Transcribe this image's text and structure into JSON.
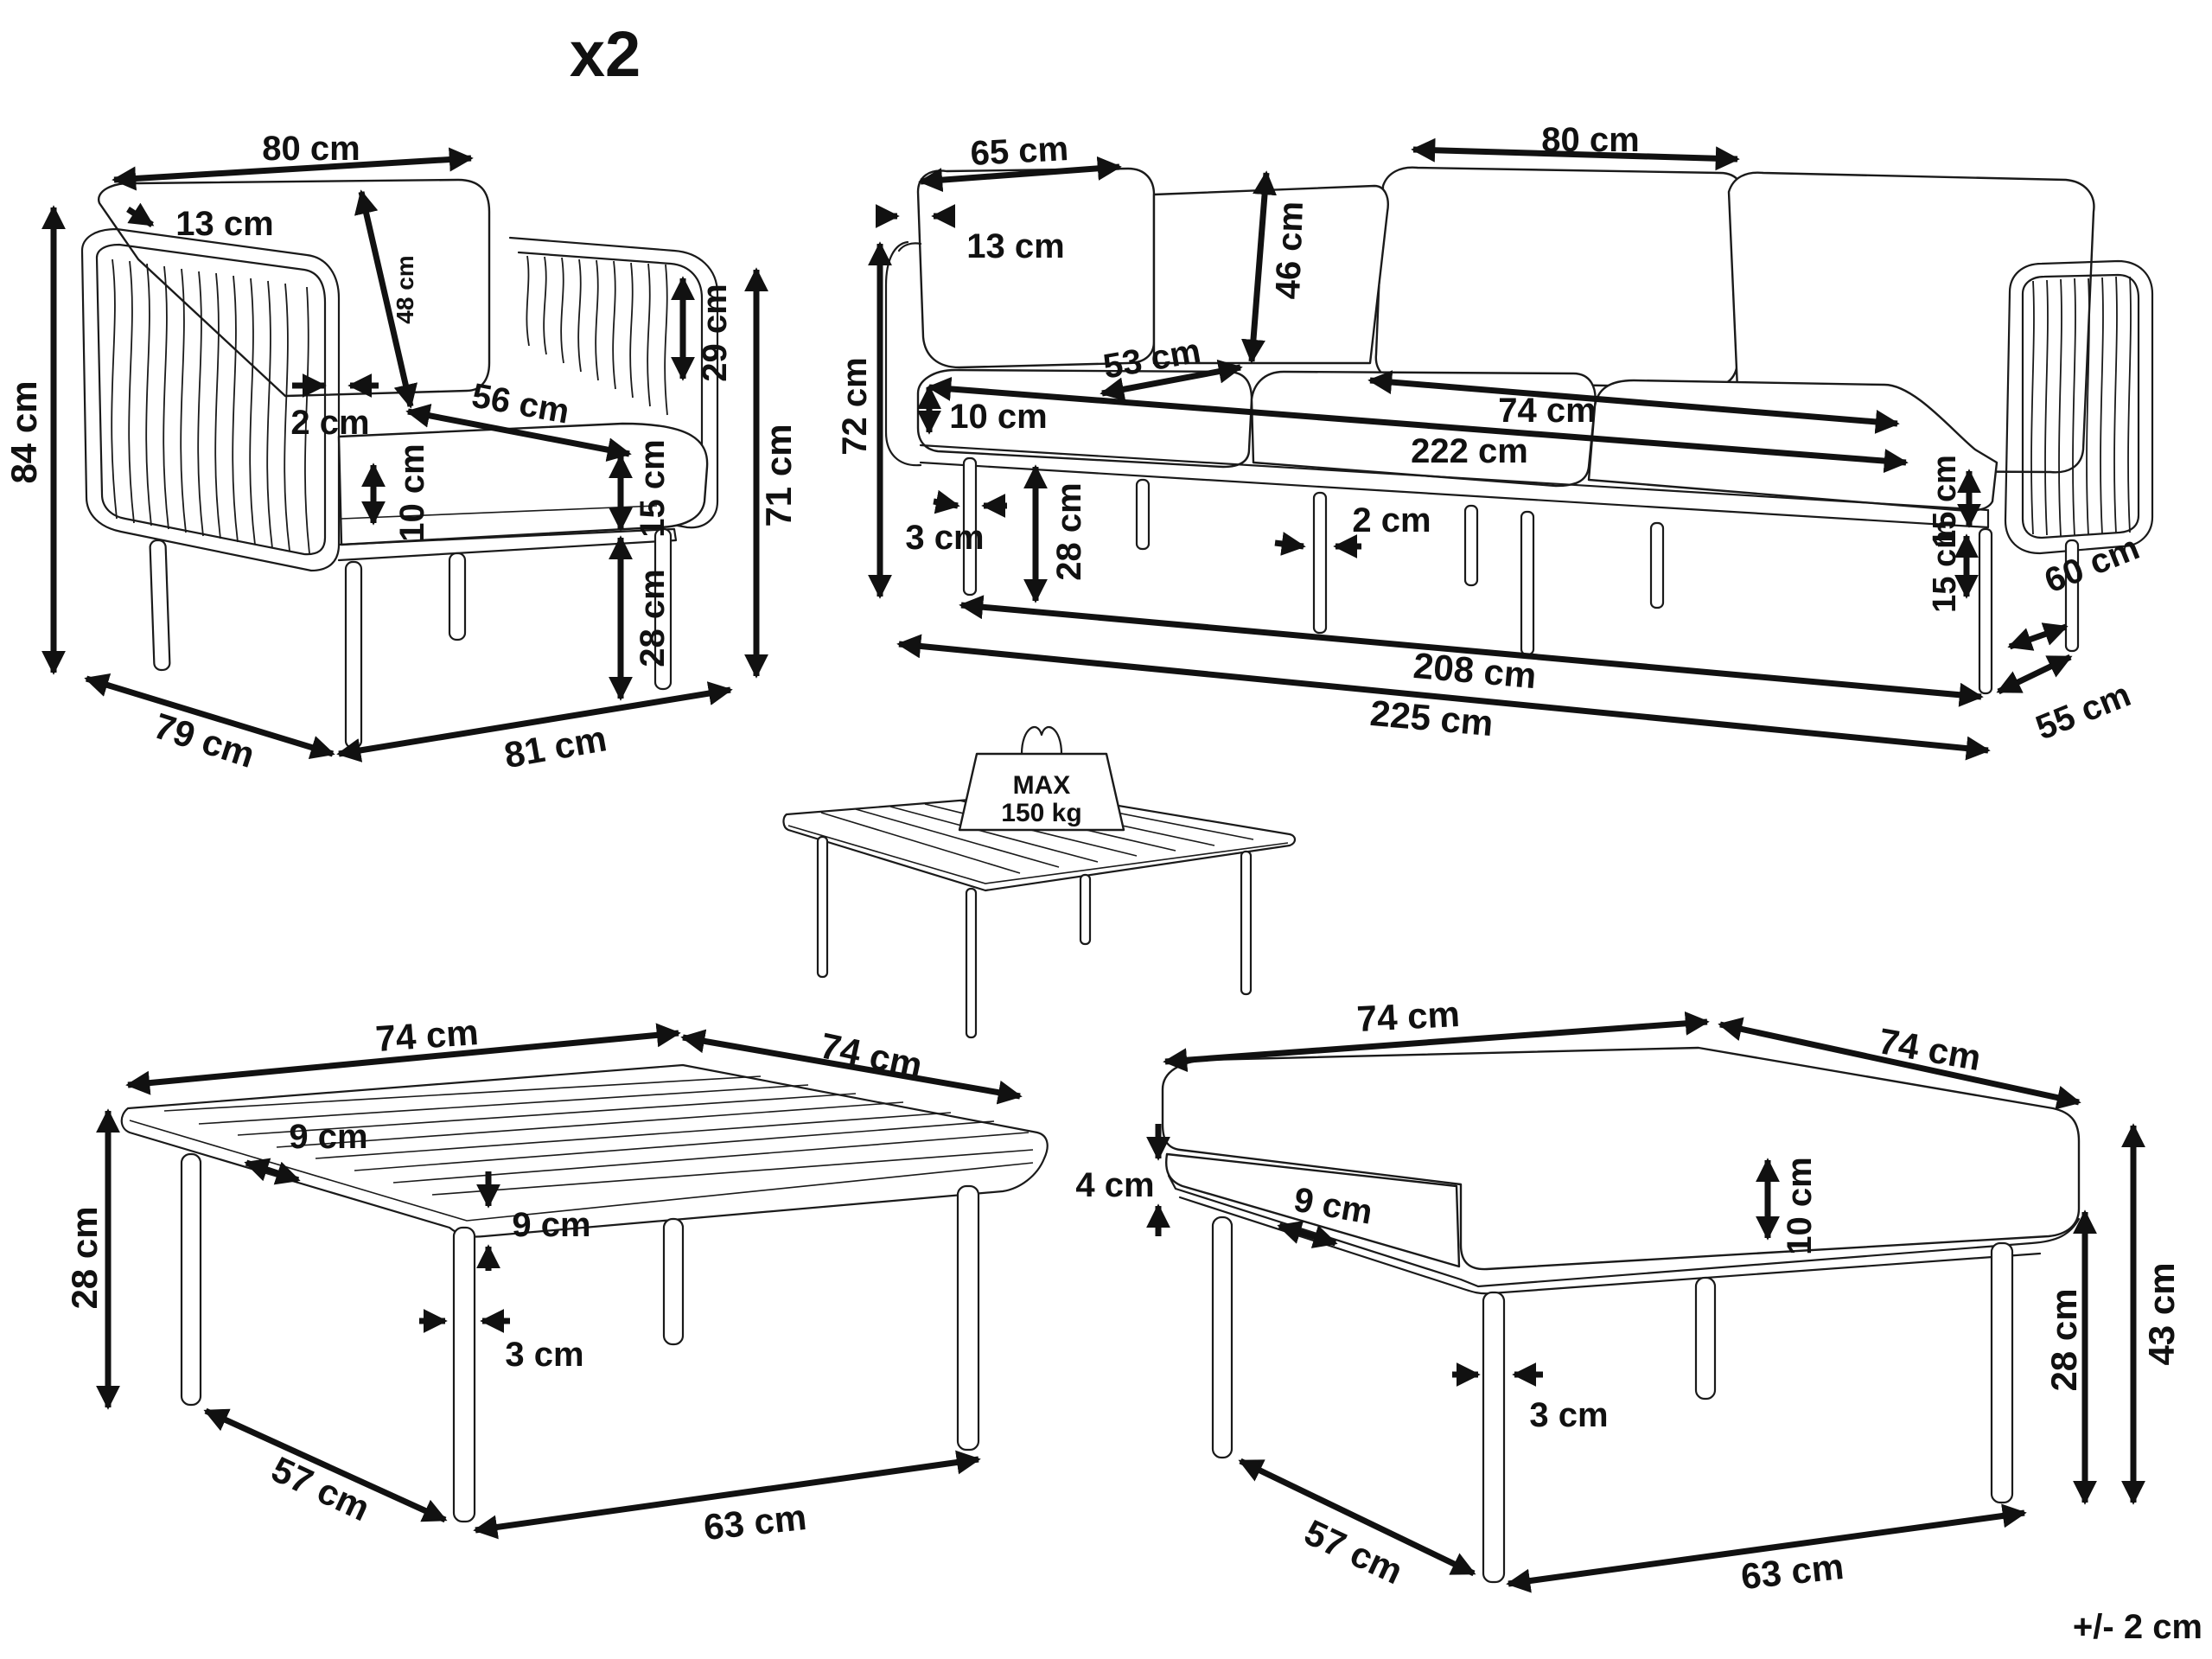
{
  "quantity_label": "x2",
  "tolerance": "+/- 2 cm",
  "weight_badge": {
    "line1": "MAX",
    "line2": "150 kg"
  },
  "armchair": {
    "width_top": "80 cm",
    "back_thickness": "13 cm",
    "back_cushion_height": "48 cm",
    "armrest_gap": "2 cm",
    "seat_depth": "56 cm",
    "seat_cushion": "10 cm",
    "seat_gap": "15 cm",
    "armrest_height": "29 cm",
    "seat_height": "28 cm",
    "overall_height": "84 cm",
    "arm_height_total": "71 cm",
    "depth": "79 cm",
    "width": "81 cm"
  },
  "sofa": {
    "back_cushion_width": "65 cm",
    "back_thickness": "13 cm",
    "back_cushion_height": "46 cm",
    "middle_back_width": "80 cm",
    "seat_depth": "53 cm",
    "back_height": "72 cm",
    "seat_cushion": "10 cm",
    "seat_cushion_width": "74 cm",
    "seat_total_width": "222 cm",
    "leg_diameter": "3 cm",
    "seat_height": "28 cm",
    "middle_leg": "2 cm",
    "arm_gap": "15 cm",
    "arm_gap_lower": "15 cm",
    "arm_depth": "60 cm",
    "leg_span": "208 cm",
    "overall_width": "225 cm",
    "depth": "55 cm"
  },
  "table": {
    "top_width": "74 cm",
    "top_depth": "74 cm",
    "slat_width": "9 cm",
    "slat_gap": "9 cm",
    "height": "28 cm",
    "leg": "3 cm",
    "leg_depth": "57 cm",
    "leg_width": "63 cm"
  },
  "ottoman": {
    "top_width": "74 cm",
    "top_depth": "74 cm",
    "frame_height": "4 cm",
    "frame_width": "9 cm",
    "cushion": "10 cm",
    "leg": "3 cm",
    "frame_leg_height": "28 cm",
    "overall_height": "43 cm",
    "leg_depth": "57 cm",
    "leg_width": "63 cm"
  }
}
